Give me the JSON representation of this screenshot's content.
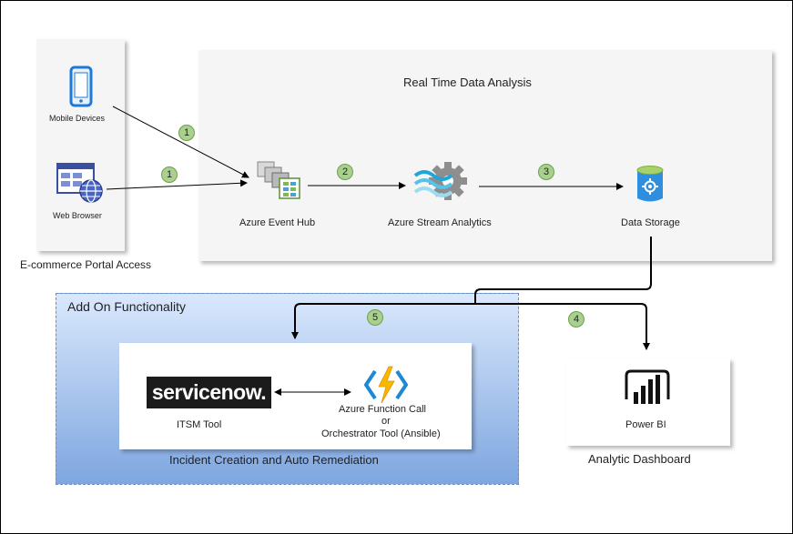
{
  "real_time_title": "Real Time Data Analysis",
  "sources": {
    "mobile_label": "Mobile Devices",
    "web_label": "Web Browser",
    "group_label": "E-commerce Portal Access"
  },
  "nodes": {
    "event_hub": "Azure Event Hub",
    "stream_analytics": "Azure Stream Analytics",
    "data_storage": "Data Storage",
    "power_bi": "Power BI",
    "itsm_tool": "ITSM Tool",
    "azure_function_line1": "Azure Function Call",
    "azure_function_line2": "or",
    "azure_function_line3": "Orchestrator Tool (Ansible)"
  },
  "servicenow_logo_text": "servicenow.",
  "addon": {
    "title": "Add On Functionality",
    "caption": "Incident Creation and Auto Remediation"
  },
  "analytic_caption": "Analytic Dashboard",
  "badges": {
    "mobile": "1",
    "web": "1",
    "hub_to_stream": "2",
    "stream_to_storage": "3",
    "to_powerbi": "4",
    "to_addon": "5"
  },
  "colors": {
    "badge_fill": "#a9d08e",
    "addon_top": "#dae8fc",
    "addon_bottom": "#7ea6e0",
    "azure_blue": "#0078d4"
  },
  "icons": [
    "mobile-device-icon",
    "web-browser-icon",
    "event-hub-icon",
    "stream-analytics-icon",
    "data-storage-icon",
    "power-bi-icon",
    "azure-function-icon"
  ]
}
